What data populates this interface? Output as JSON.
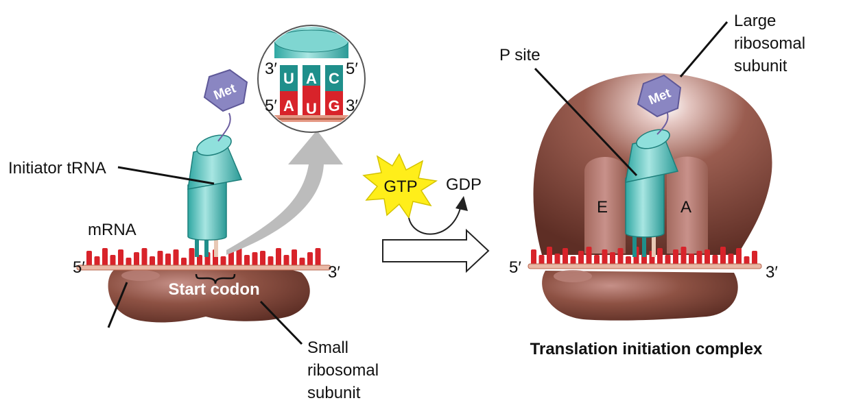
{
  "left": {
    "initiator_trna": "Initiator tRNA",
    "mrna": "mRNA",
    "five_prime": "5′",
    "three_prime": "3′",
    "start_codon": "Start codon",
    "small_subunit": [
      "Small",
      "ribosomal",
      "subunit"
    ],
    "met": "Met"
  },
  "inset": {
    "anticodon": [
      "U",
      "A",
      "C"
    ],
    "codon": [
      "A",
      "U",
      "G"
    ],
    "top_left": "3′",
    "top_right": "5′",
    "bottom_left": "5′",
    "bottom_right": "3′"
  },
  "middle": {
    "gtp": "GTP",
    "gdp": "GDP"
  },
  "right": {
    "p_site": "P site",
    "large_subunit": [
      "Large",
      "ribosomal",
      "subunit"
    ],
    "met": "Met",
    "e_site": "E",
    "a_site": "A",
    "five_prime": "5′",
    "three_prime": "3′",
    "title": "Translation initiation complex"
  },
  "colors": {
    "ribosome": "#7a4336",
    "ribosome_light": "#b8827a",
    "trna": "#5fc4c0",
    "trna_dark": "#1f8f8b",
    "mrna_red": "#d8232a",
    "met": "#8a86c2",
    "gtp_star": "#ffee1a",
    "arrow_gray": "#b8b8b8"
  }
}
